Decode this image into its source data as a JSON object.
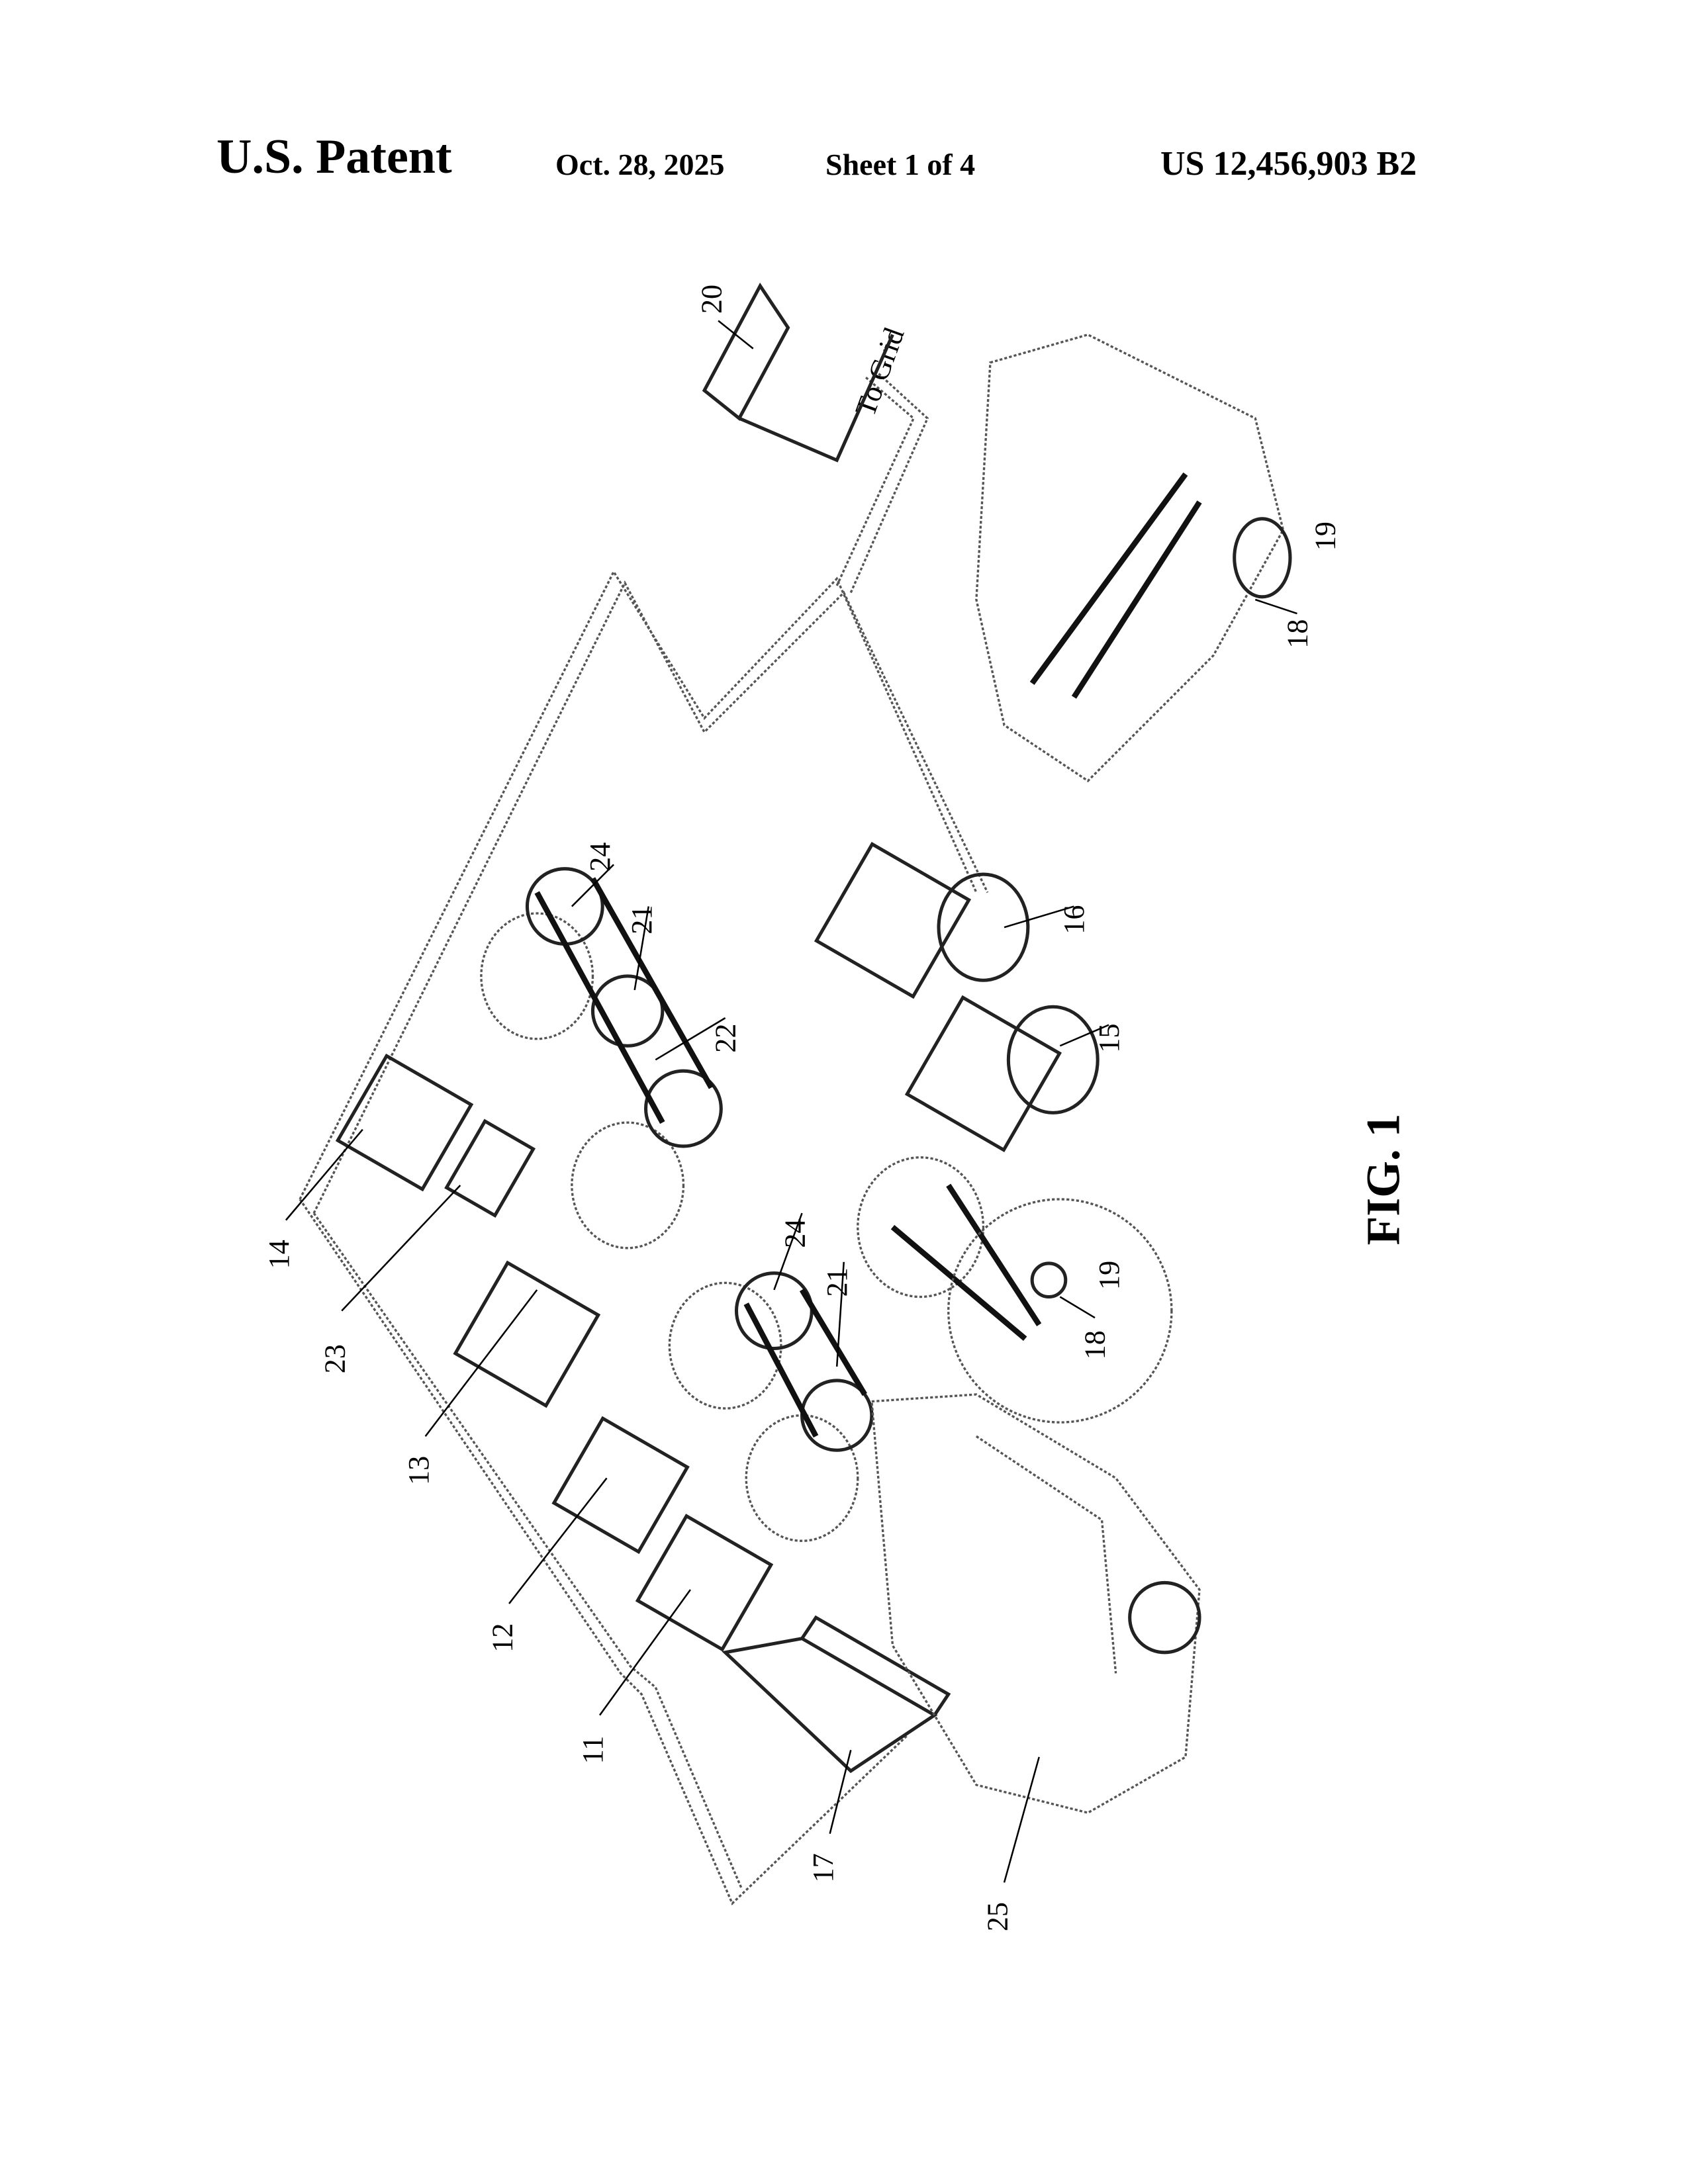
{
  "header": {
    "title": "U.S. Patent",
    "date": "Oct. 28, 2025",
    "sheet": "Sheet 1 of 4",
    "patent_number": "US 12,456,903 B2"
  },
  "figure": {
    "label": "FIG. 1",
    "grid_text": "To Grid",
    "refs": {
      "r11": "11",
      "r12": "12",
      "r13": "13",
      "r14": "14",
      "r15": "15",
      "r16": "16",
      "r17": "17",
      "r18a": "18",
      "r18b": "18",
      "r19a": "19",
      "r19b": "19",
      "r20": "20",
      "r21a": "21",
      "r21b": "21",
      "r22": "22",
      "r23": "23",
      "r24a": "24",
      "r24b": "24",
      "r25": "25"
    }
  }
}
